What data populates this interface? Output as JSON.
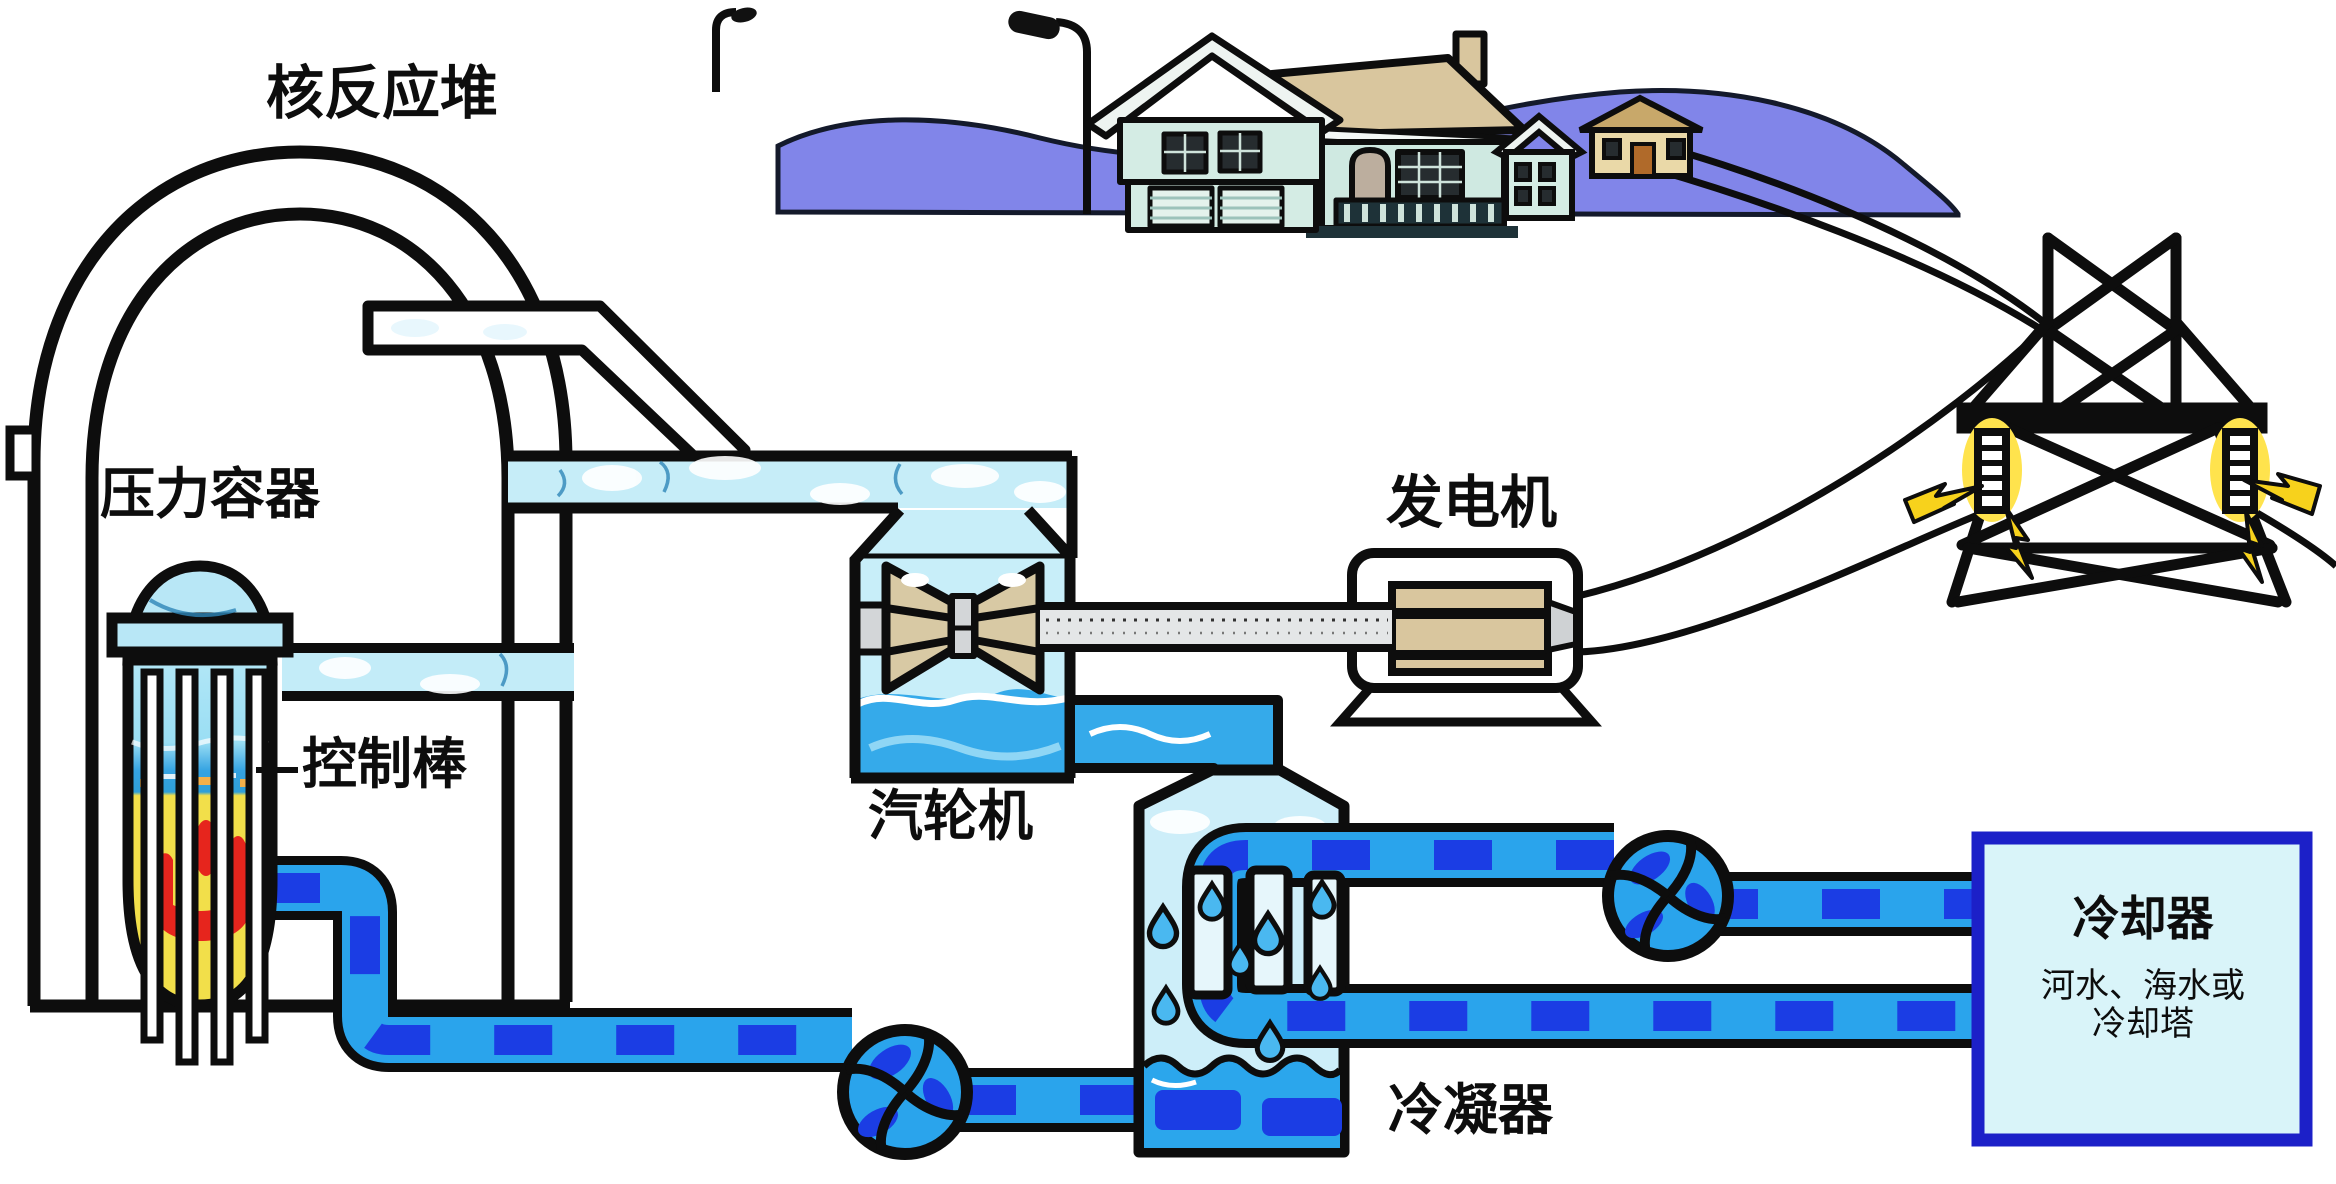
{
  "labels": {
    "reactor": "核反应堆",
    "pressure_vessel": "压力容器",
    "control_rods": "控制棒",
    "steam_turbine": "汽轮机",
    "generator": "发电机",
    "condenser": "冷凝器",
    "cooler_title": "冷却器",
    "cooler_line1": "河水、海水或",
    "cooler_line2": "冷却塔"
  },
  "colors": {
    "outline_black": "#0d0d0d",
    "steam_light_blue": "#c6edf8",
    "water_bright_blue": "#2aa4ec",
    "pipe_dash_dark_blue": "#1b3de4",
    "vessel_core_yellow": "#f2df4a",
    "core_red": "#e6251d",
    "machine_tan": "#d9c69e",
    "hill_purple": "#8185e9",
    "house_mint": "#d4ece4",
    "cooler_border_blue": "#1c20c8",
    "cooler_fill": "#d9f4f9",
    "spark_yellow": "#f7d21c"
  },
  "components": [
    "containment-dome",
    "pressure-vessel",
    "control-rods",
    "reactor-core",
    "steam-pipe",
    "primary-coolant-pipe",
    "coolant-pump",
    "steam-turbine",
    "turbine-shaft",
    "generator-unit",
    "power-lines",
    "transmission-tower",
    "insulators",
    "sparks",
    "condenser-tank",
    "cooling-loop",
    "cooling-pump",
    "cooler-box",
    "houses",
    "hill",
    "streetlamps"
  ]
}
